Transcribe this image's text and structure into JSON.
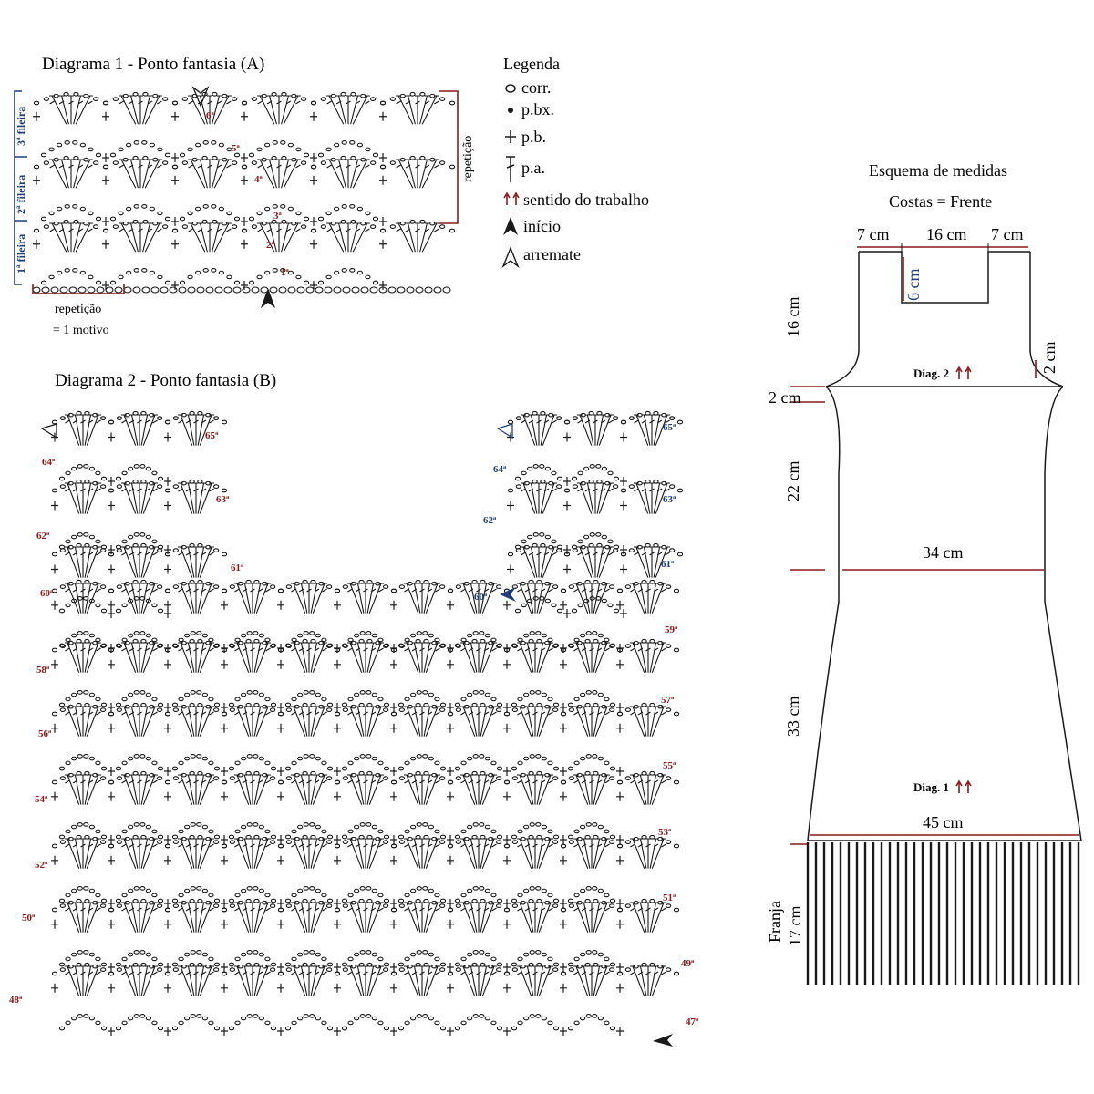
{
  "diagram1": {
    "title": "Diagrama 1 -  Ponto fantasia (A)",
    "rows": [
      "1ª fileira",
      "2ª fileira",
      "3ª fileira"
    ],
    "repeat_right": "repetição",
    "repeat_bottom": "repetição",
    "repeat_motif": "= 1 motivo",
    "row_numbers": [
      "1ª",
      "2ª",
      "3ª",
      "4ª",
      "5ª",
      "6ª"
    ]
  },
  "legend": {
    "title": "Legenda",
    "items": [
      {
        "symbol": "chain-icon",
        "label": "corr."
      },
      {
        "symbol": "slip-stitch-icon",
        "label": "p.bx."
      },
      {
        "symbol": "single-crochet-icon",
        "label": "p.b."
      },
      {
        "symbol": "double-crochet-icon",
        "label": "p.a."
      },
      {
        "symbol": "direction-arrows-icon",
        "label": "sentido do trabalho"
      },
      {
        "symbol": "start-arrow-icon",
        "label": "início"
      },
      {
        "symbol": "finish-arrow-icon",
        "label": "arremate"
      }
    ]
  },
  "diagram2": {
    "title": "Diagrama 2 -  Ponto fantasia (B)",
    "left_rows": [
      "65ª",
      "64ª",
      "63ª",
      "62ª",
      "61ª",
      "60ª"
    ],
    "right_rows": [
      "65ª",
      "64ª",
      "63ª",
      "62ª",
      "61ª",
      "60ª"
    ],
    "main_right": [
      "59ª",
      "57ª",
      "55ª",
      "53ª",
      "51ª",
      "49ª",
      "47ª"
    ],
    "main_left": [
      "58ª",
      "56ª",
      "54ª",
      "52ª",
      "50ª",
      "48ª"
    ]
  },
  "schema": {
    "title": "Esquema de medidas",
    "subtitle": "Costas = Frente",
    "top_left": "7 cm",
    "top_center": "16 cm",
    "top_right": "7 cm",
    "neck_depth": "6 cm",
    "upper_height": "16 cm",
    "strap": "2 cm",
    "side_step": "2 cm",
    "diag2": "Diag. 2",
    "waist_height": "22 cm",
    "waist_width": "34 cm",
    "lower_height": "33 cm",
    "diag1": "Diag. 1",
    "hem_width": "45 cm",
    "fringe_label": "Franja",
    "fringe_length": "17 cm"
  },
  "colors": {
    "red": "#8b1a1a",
    "blue": "#1f3f7a",
    "line": "#1a1a1a"
  }
}
